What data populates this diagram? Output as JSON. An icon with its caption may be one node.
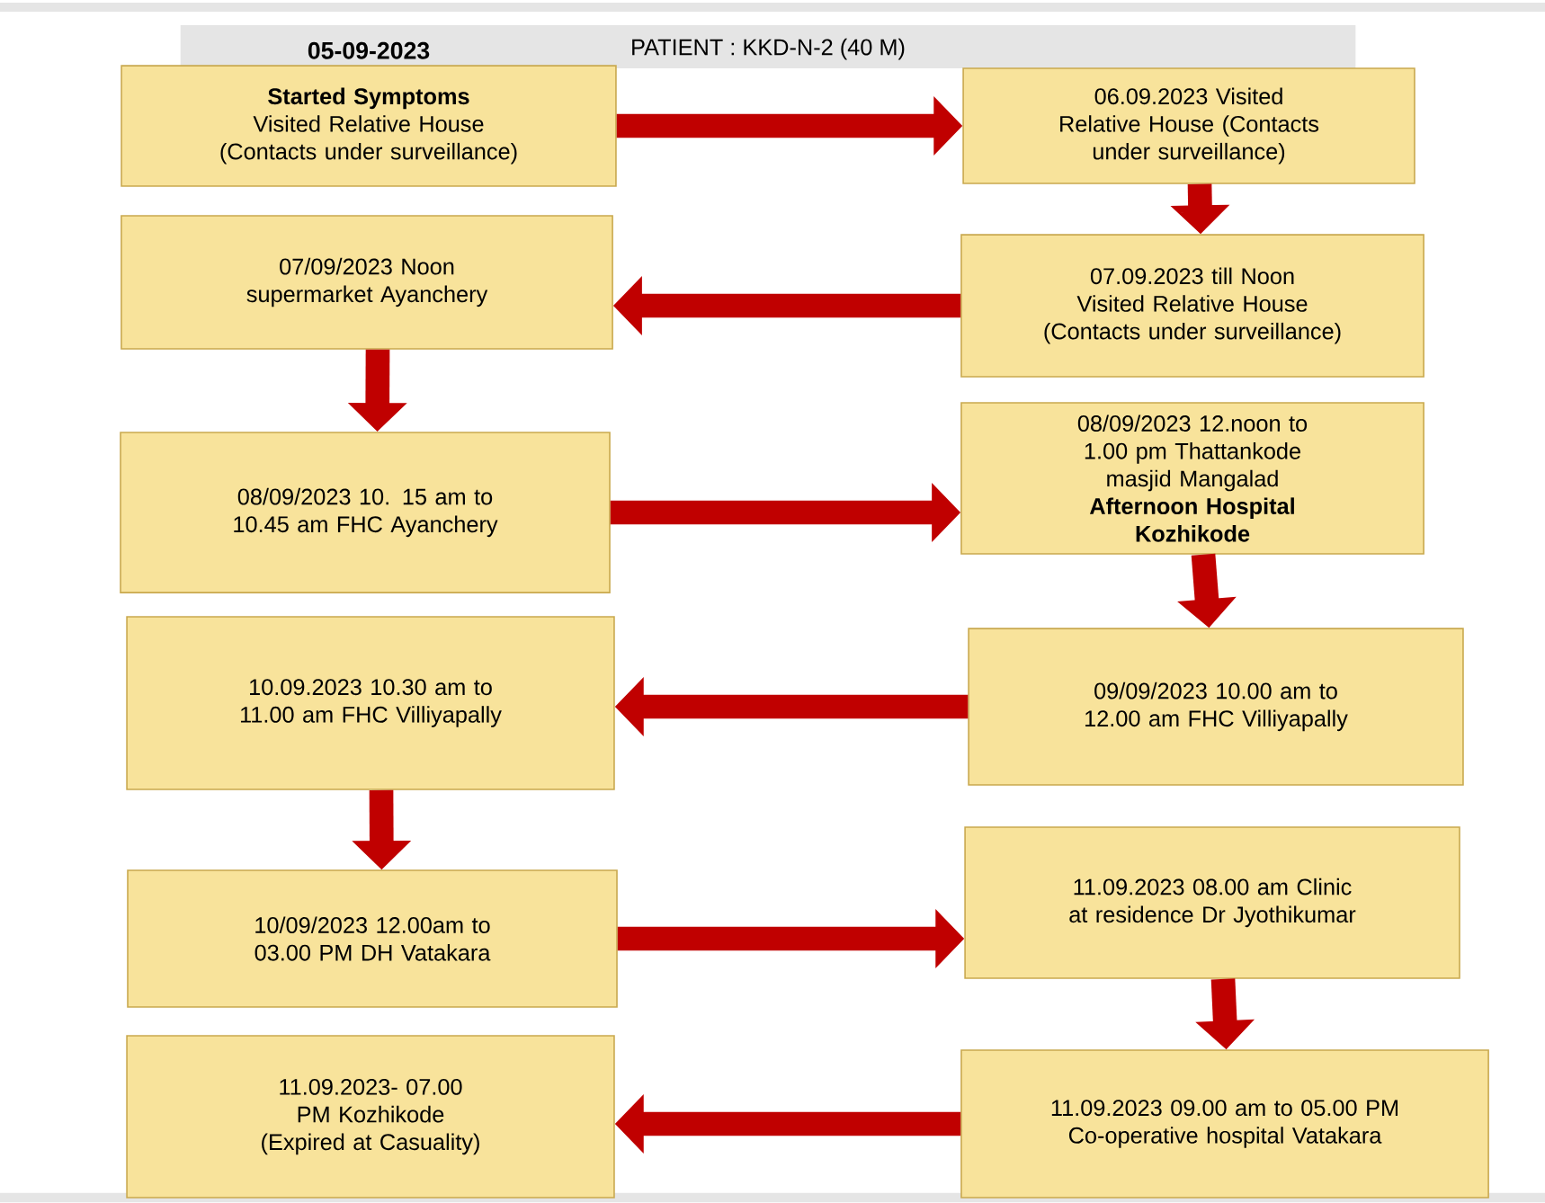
{
  "diagram": {
    "title": "PATIENT : KKD-N-2 (40 M)",
    "nodes": [
      {
        "text": [
          "05-09-2023",
          "Started Symptoms",
          "Visited Relative House (Contacts under surveillance)"
        ]
      },
      {
        "text": [
          "06.09.2023 Visited Relative House (Contacts under surveillance)"
        ]
      },
      {
        "text": [
          "07.09.2023 till Noon Visited Relative House (Contacts under surveillance)"
        ]
      },
      {
        "text": [
          "07/09/2023 Noon supermarket Ayanchery"
        ]
      },
      {
        "text": [
          "08/09/2023 10. 15 am to 10.45 am FHC Ayanchery"
        ]
      },
      {
        "text": [
          "08/09/2023 12.noon to 1.00 pm Thattankode masjid Mangalad",
          "Afternoon Hospital Kozhikode"
        ]
      },
      {
        "text": [
          "09/09/2023 10.00 am to 12.00 am FHC Villiyapally"
        ]
      },
      {
        "text": [
          "10.09.2023 10.30 am to 11.00 am FHC Villiyapally"
        ]
      },
      {
        "text": [
          "10/09/2023 12.00am to 03.00 PM DH Vatakara"
        ]
      },
      {
        "text": [
          "11.09.2023 08.00 am Clinic at residence Dr Jyothikumar"
        ]
      },
      {
        "text": [
          "11.09.2023 09.00 am to 05.00 PM Co-operative hospital Vatakara"
        ]
      },
      {
        "text": [
          "11.09.2023- 07.00 PM Kozhikode (Expired at Casuality)"
        ]
      }
    ],
    "edges": [
      {
        "from": 0,
        "to": 1,
        "arrow": "to"
      },
      {
        "from": 1,
        "to": 2,
        "arrow": "to"
      },
      {
        "from": 2,
        "to": 3,
        "arrow": "to"
      },
      {
        "from": 3,
        "to": 4,
        "arrow": "to"
      },
      {
        "from": 4,
        "to": 5,
        "arrow": "to"
      },
      {
        "from": 5,
        "to": 6,
        "arrow": "to"
      },
      {
        "from": 6,
        "to": 7,
        "arrow": "to"
      },
      {
        "from": 7,
        "to": 8,
        "arrow": "to"
      },
      {
        "from": 8,
        "to": 9,
        "arrow": "to"
      },
      {
        "from": 9,
        "to": 10,
        "arrow": "to"
      },
      {
        "from": 10,
        "to": 11,
        "arrow": "to"
      }
    ]
  }
}
